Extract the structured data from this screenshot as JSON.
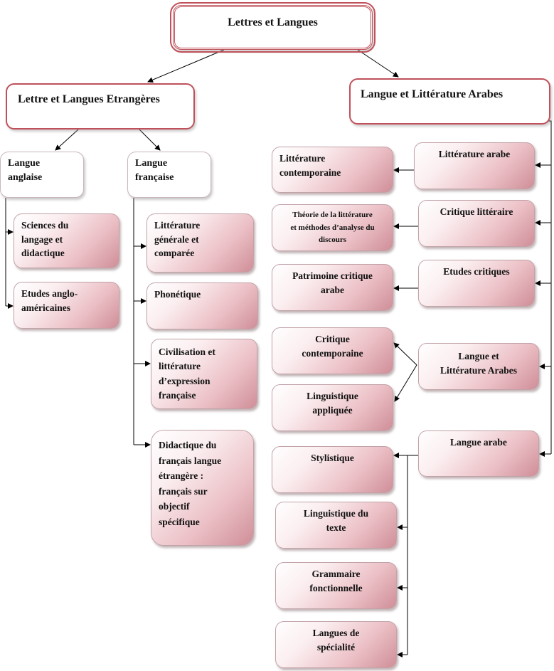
{
  "root": "Lettres et Langues",
  "branch_left": "Lettre et Langues Etrangères",
  "branch_right": "Langue et Littérature Arabes",
  "english": {
    "title": [
      "Langue",
      "anglaise"
    ],
    "items": [
      [
        "Sciences du",
        "langage et",
        "didactique"
      ],
      [
        "Etudes anglo-",
        "américaines"
      ]
    ]
  },
  "french": {
    "title": [
      "Langue",
      "française"
    ],
    "items": [
      [
        "Littérature",
        "générale et",
        "comparée"
      ],
      [
        "Phonétique"
      ],
      [
        "Civilisation et",
        "littérature",
        "d’expression",
        "française"
      ],
      [
        "Didactique du",
        "français langue",
        "étrangère :",
        "français sur",
        "objectif",
        "spécifique"
      ]
    ]
  },
  "arabic": {
    "groups": [
      {
        "label": [
          "Littérature arabe"
        ],
        "children": [
          [
            "Littérature",
            "contemporaine"
          ]
        ]
      },
      {
        "label": [
          "Critique littéraire"
        ],
        "children": [
          [
            "Théorie de la littérature",
            "et méthodes d’analyse du",
            "discours"
          ]
        ]
      },
      {
        "label": [
          "Etudes critiques"
        ],
        "children": [
          [
            "Patrimoine critique",
            "arabe"
          ]
        ]
      },
      {
        "label": [
          "Langue et",
          "Littérature Arabes"
        ],
        "children": [
          [
            "Critique",
            "contemporaine"
          ],
          [
            "Linguistique",
            "appliquée"
          ]
        ]
      },
      {
        "label": [
          "Langue arabe"
        ],
        "children": [
          [
            "Stylistique"
          ],
          [
            "Linguistique du",
            "texte"
          ],
          [
            "Grammaire",
            "fonctionnelle"
          ],
          [
            "Langues de",
            "spécialité"
          ]
        ]
      }
    ]
  }
}
